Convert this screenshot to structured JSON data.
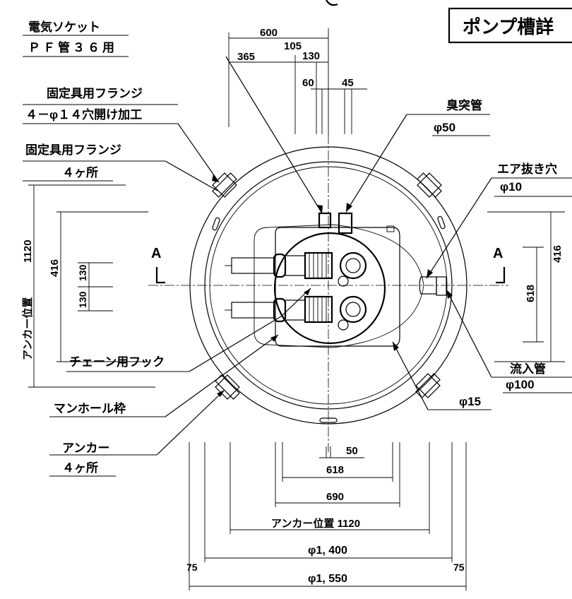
{
  "title": "ポンプ槽詳",
  "labels": {
    "socket_1": "電気ソケット",
    "socket_2": "ＰＦ管３６用",
    "flange1_1": "固定具用フランジ",
    "flange1_2": "４－φ１４穴開け加工",
    "flange2_1": "固定具用フランジ",
    "flange2_2": "４ヶ所",
    "vent_pipe": "臭突管",
    "vent_pipe_d": "φ50",
    "air_hole": "エア抜き穴",
    "air_hole_d": "φ10",
    "anchor_pos_vertical": "アンカー位置",
    "chain_hook": "チェーン用フック",
    "manhole_frame": "マンホール枠",
    "anchor_1": "アンカー",
    "anchor_2": "４ヶ所",
    "inlet_pipe": "流入管",
    "inlet_pipe_d": "φ100",
    "phi15": "φ15",
    "section_mark_left": "A",
    "section_mark_right": "A"
  },
  "dims": {
    "d600": "600",
    "d365": "365",
    "d105": "105",
    "d130_top": "130",
    "d60": "60",
    "d45": "45",
    "d1120_v": "1120",
    "d416_left": "416",
    "d130_a": "130",
    "d130_b": "130",
    "d416_right": "416",
    "d618_right": "618",
    "d50": "50",
    "d618": "618",
    "d690": "690",
    "anchor_pos_h": "アンカー位置 1120",
    "phi1400": "φ1, 400",
    "phi1550": "φ1, 550",
    "d75_left": "75",
    "d75_right": "75"
  }
}
